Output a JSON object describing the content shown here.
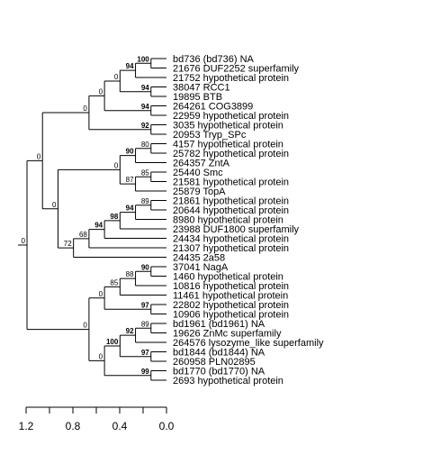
{
  "leaves": [
    "bd736 (bd736) NA",
    "21676 DUF2252 superfamily",
    "21752 hypothetical protein",
    "38047 RCC1",
    "19895 BTB",
    "264261 COG3899",
    "22959 hypothetical protein",
    "3035 hypothetical protein",
    "20953 Tryp_SPc",
    "4157 hypothetical protein",
    "25782 hypothetical protein",
    "264357 ZntA",
    "25440 Smc",
    "21581 hypothetical protein",
    "25879 TopA",
    "21861 hypothetical protein",
    "20644 hypothetical protein",
    "8980 hypothetical protein",
    "23988 DUF1800 superfamily",
    "24434 hypothetical protein",
    "21307 hypothetical protein",
    "24435 2a58",
    "37041 NagA",
    "1460 hypothetical protein",
    "10816 hypothetical protein",
    "11461 hypothetical protein",
    "22802 hypothetical protein",
    "10906 hypothetical protein",
    "bd1961 (bd1961) NA",
    "19626 ZnMc superfamily",
    "264576 lysozyme_like superfamily",
    "bd1844 (bd1844) NA",
    "260958 PLN02895",
    "bd1770 (bd1770) NA",
    "2693 hypothetical protein"
  ],
  "axis": {
    "ticks": [
      "1.2",
      "0.8",
      "0.4",
      "0.0"
    ],
    "tick_values": [
      1.2,
      1.0,
      0.8,
      0.6,
      0.4,
      0.2,
      0.0
    ],
    "labeled_values": [
      1.2,
      0.8,
      0.4,
      0.0
    ]
  },
  "tree": {
    "support": "0",
    "children": [
      {
        "support": "0",
        "children": [
          {
            "support": "0",
            "children": [
              {
                "support": "0",
                "children": [
                  {
                    "support": "0",
                    "children": [
                      {
                        "support": "94",
                        "children": [
                          {
                            "support": "100",
                            "children": [
                              {
                                "leaf": 0
                              },
                              {
                                "leaf": 1
                              }
                            ]
                          },
                          {
                            "leaf": 2
                          }
                        ]
                      },
                      {
                        "support": "94",
                        "children": [
                          {
                            "leaf": 3
                          },
                          {
                            "leaf": 4
                          }
                        ]
                      }
                    ]
                  },
                  {
                    "support": "94",
                    "children": [
                      {
                        "leaf": 5
                      },
                      {
                        "leaf": 6
                      }
                    ]
                  }
                ]
              },
              {
                "support": "92",
                "children": [
                  {
                    "leaf": 7
                  },
                  {
                    "leaf": 8
                  }
                ]
              }
            ]
          },
          {
            "support": "0",
            "children": [
              {
                "support": "0",
                "children": [
                  {
                    "support": "90",
                    "children": [
                      {
                        "support": "80",
                        "children": [
                          {
                            "leaf": 9
                          },
                          {
                            "leaf": 10
                          }
                        ]
                      },
                      {
                        "leaf": 11
                      }
                    ]
                  },
                  {
                    "support": "87",
                    "children": [
                      {
                        "support": "85",
                        "children": [
                          {
                            "leaf": 12
                          },
                          {
                            "leaf": 13
                          }
                        ]
                      },
                      {
                        "leaf": 14
                      }
                    ]
                  }
                ]
              },
              {
                "support": "72",
                "children": [
                  {
                    "support": "68",
                    "children": [
                      {
                        "support": "94",
                        "children": [
                          {
                            "support": "98",
                            "children": [
                              {
                                "support": "94",
                                "children": [
                                  {
                                    "support": "89",
                                    "children": [
                                      {
                                        "leaf": 15
                                      },
                                      {
                                        "leaf": 16
                                      }
                                    ]
                                  },
                                  {
                                    "leaf": 17
                                  }
                                ]
                              },
                              {
                                "leaf": 18
                              }
                            ]
                          },
                          {
                            "leaf": 19
                          }
                        ]
                      },
                      {
                        "leaf": 20
                      }
                    ]
                  },
                  {
                    "leaf": 21
                  }
                ]
              }
            ]
          }
        ]
      },
      {
        "support": "0",
        "children": [
          {
            "support": "0",
            "children": [
              {
                "support": "85",
                "children": [
                  {
                    "support": "88",
                    "children": [
                      {
                        "support": "90",
                        "children": [
                          {
                            "leaf": 22
                          },
                          {
                            "leaf": 23
                          }
                        ]
                      },
                      {
                        "leaf": 24
                      }
                    ]
                  },
                  {
                    "leaf": 25
                  }
                ]
              },
              {
                "support": "97",
                "children": [
                  {
                    "leaf": 26
                  },
                  {
                    "leaf": 27
                  }
                ]
              }
            ]
          },
          {
            "support": "0",
            "children": [
              {
                "support": "100",
                "children": [
                  {
                    "support": "92",
                    "children": [
                      {
                        "support": "89",
                        "children": [
                          {
                            "leaf": 28
                          },
                          {
                            "leaf": 29
                          }
                        ]
                      },
                      {
                        "leaf": 30
                      }
                    ]
                  },
                  {
                    "support": "97",
                    "children": [
                      {
                        "leaf": 31
                      },
                      {
                        "leaf": 32
                      }
                    ]
                  }
                ]
              },
              {
                "support": "99",
                "children": [
                  {
                    "leaf": 33
                  },
                  {
                    "leaf": 34
                  }
                ]
              }
            ]
          }
        ]
      }
    ]
  }
}
